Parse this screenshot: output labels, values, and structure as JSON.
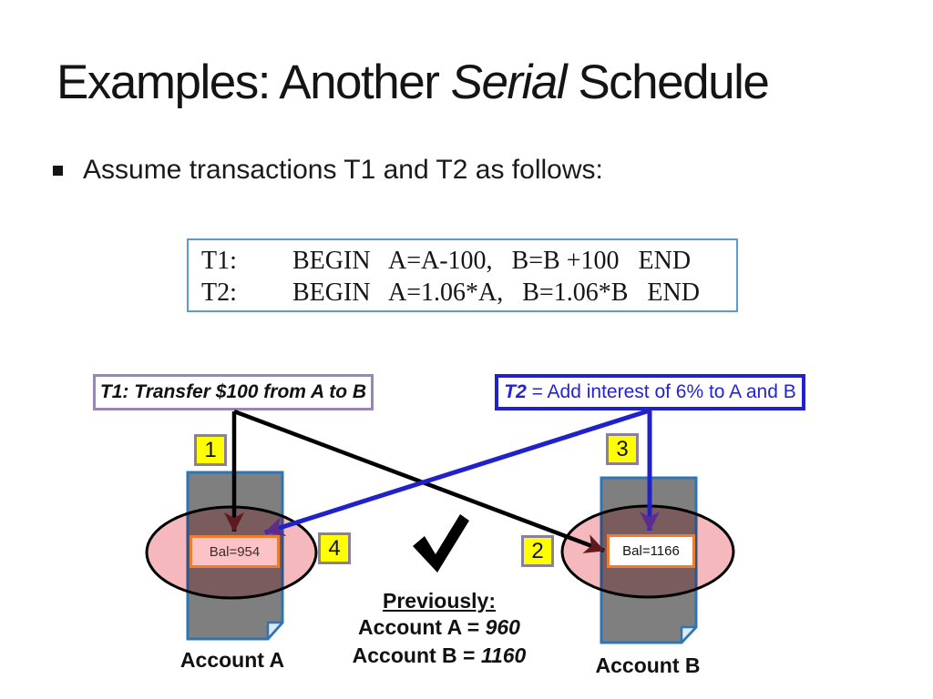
{
  "title": {
    "pre": "Examples: Another ",
    "italic": "Serial",
    "post": " Schedule"
  },
  "bullet": {
    "text": "Assume transactions T1 and T2 as follows:"
  },
  "code_box": {
    "rows": [
      {
        "label": "T1:",
        "body": "BEGIN   A=A-100,   B=B +100   END"
      },
      {
        "label": "T2:",
        "body": "BEGIN   A=1.06*A,   B=1.06*B   END"
      }
    ]
  },
  "callouts": {
    "t1": {
      "text": "T1: Transfer $100 from A to B"
    },
    "t2": {
      "prefix": "T2",
      "rest": " = Add interest of 6% to A and B"
    }
  },
  "badges": {
    "step1": "1",
    "step2": "2",
    "step3": "3",
    "step4": "4"
  },
  "accounts": {
    "a": {
      "balance": "Bal=954",
      "label": "Account A"
    },
    "b": {
      "balance": "Bal=1166",
      "label": "Account B"
    }
  },
  "previously": {
    "heading": "Previously:",
    "a_prefix": "Account A = ",
    "a_value": "960",
    "b_prefix": "Account B = ",
    "b_value": "1160"
  },
  "icons": {
    "checkmark": "checkmark-icon",
    "document_a": "document-icon",
    "document_b": "document-icon"
  },
  "colors": {
    "badge_fill": "#ffff00",
    "badge_border": "#8c7f9e",
    "doc_fill": "#7f7f7f",
    "doc_border": "#2e75b6",
    "ellipse_fill": "#f5b8bc",
    "ellipse_border": "#000000",
    "bal_a_fill": "#fbc3c6",
    "bal_b_fill": "#ffffff",
    "bal_border": "#ed7d31",
    "t1_line": "#000000",
    "t1_arrowhead": "#5e1a1e",
    "t2_line": "#2121cc",
    "t2_arrowhead": "#5c2d91",
    "t1_box_border": "#9a86b4",
    "t2_box_border": "#2121cc",
    "t2_text": "#2424cf",
    "code_box_border": "#5b9bd5"
  }
}
